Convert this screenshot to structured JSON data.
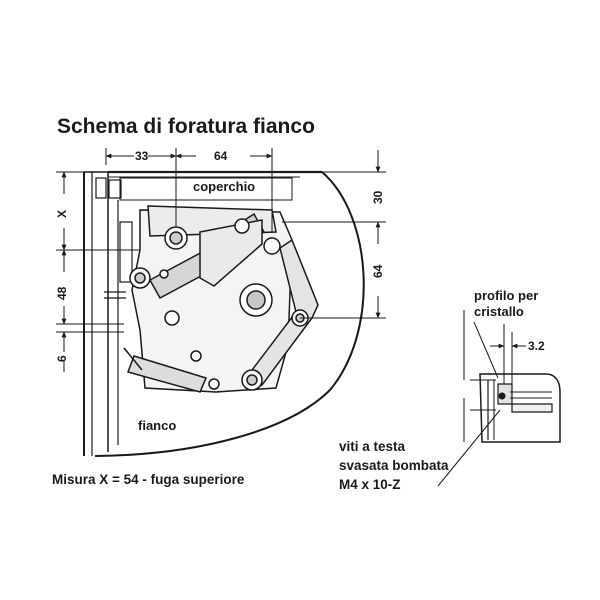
{
  "title": "Schema di foratura fianco",
  "labels": {
    "coperchio": "coperchio",
    "fianco": "fianco",
    "profilo_line1": "profilo per",
    "profilo_line2": "cristallo",
    "viti_line1": "viti a testa",
    "viti_line2": "svasata bombata",
    "viti_line3": "M4 x 10-Z",
    "misura": "Misura X = 54 - fuga superiore"
  },
  "dimensions": {
    "d33": "33",
    "d64_top": "64",
    "d30": "30",
    "d64_right": "64",
    "dX": "X",
    "d48": "48",
    "d6": "6",
    "d32": "3.2"
  },
  "colors": {
    "ink": "#1a1a1a",
    "paper": "#ffffff",
    "shade": "#bdbdbd"
  }
}
